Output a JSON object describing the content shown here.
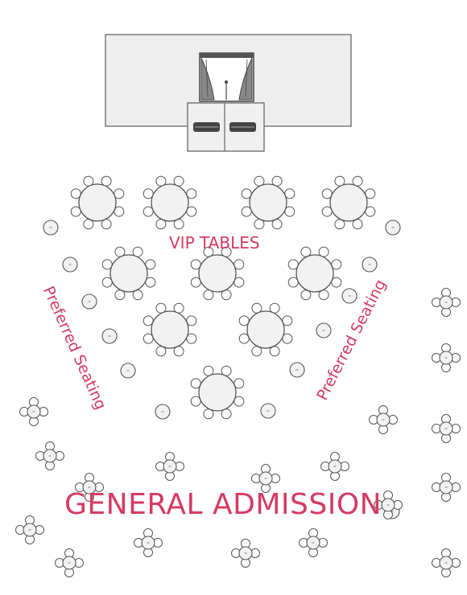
{
  "labels": {
    "vip": "VIP TABLES",
    "preferred_left": "Preferred Seating",
    "preferred_right": "Preferred Seating",
    "general": "GENERAL ADMISSION"
  },
  "colors": {
    "label": "#d63a62",
    "table_fill": "#f2f2f2",
    "table_stroke": "#555555",
    "stage_fill": "#eeeeee",
    "stage_stroke": "#666666"
  },
  "icons": [
    "stage-curtain-icon",
    "podium-icon",
    "round-table-icon",
    "cocktail-table-icon"
  ]
}
